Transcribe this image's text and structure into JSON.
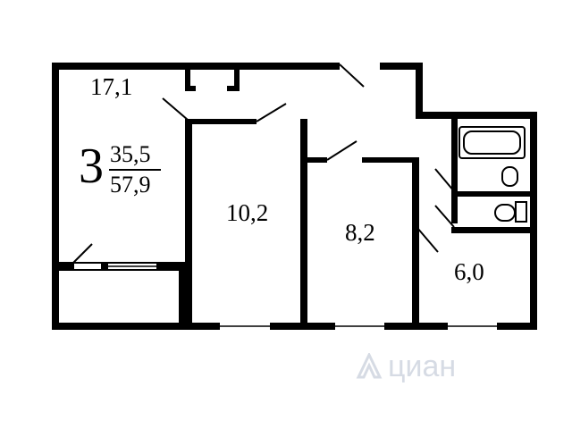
{
  "plan": {
    "rooms_count": "3",
    "living_area": "35,5",
    "total_area": "57,9",
    "room_areas": {
      "kitchen": "17,1",
      "room_left": "10,2",
      "room_middle": "8,2",
      "room_right": "6,0"
    }
  },
  "watermark": {
    "text": "циан",
    "icon": "cian-logo-icon"
  },
  "colors": {
    "wall": "#000000",
    "background": "#ffffff",
    "watermark": "#d6dbe4"
  }
}
